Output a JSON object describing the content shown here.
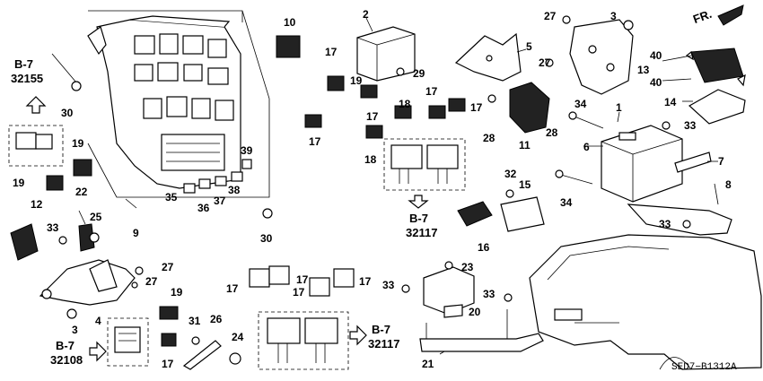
{
  "diagram": {
    "code": "SED7−B1312A",
    "direction": "FR.",
    "refs": [
      {
        "id": "ref-b7-32155",
        "group": "B-7",
        "number": "32155"
      },
      {
        "id": "ref-b7-32117-a",
        "group": "B-7",
        "number": "32117"
      },
      {
        "id": "ref-b7-32108",
        "group": "B-7",
        "number": "32108"
      },
      {
        "id": "ref-b7-32117-b",
        "group": "B-7",
        "number": "32117"
      }
    ],
    "callouts": [
      "1",
      "2",
      "3",
      "4",
      "5",
      "6",
      "7",
      "8",
      "9",
      "10",
      "11",
      "12",
      "13",
      "14",
      "15",
      "16",
      "17",
      "18",
      "19",
      "20",
      "21",
      "22",
      "23",
      "24",
      "25",
      "26",
      "27",
      "28",
      "29",
      "30",
      "31",
      "32",
      "33",
      "34",
      "35",
      "36",
      "37",
      "38",
      "39",
      "40"
    ]
  }
}
